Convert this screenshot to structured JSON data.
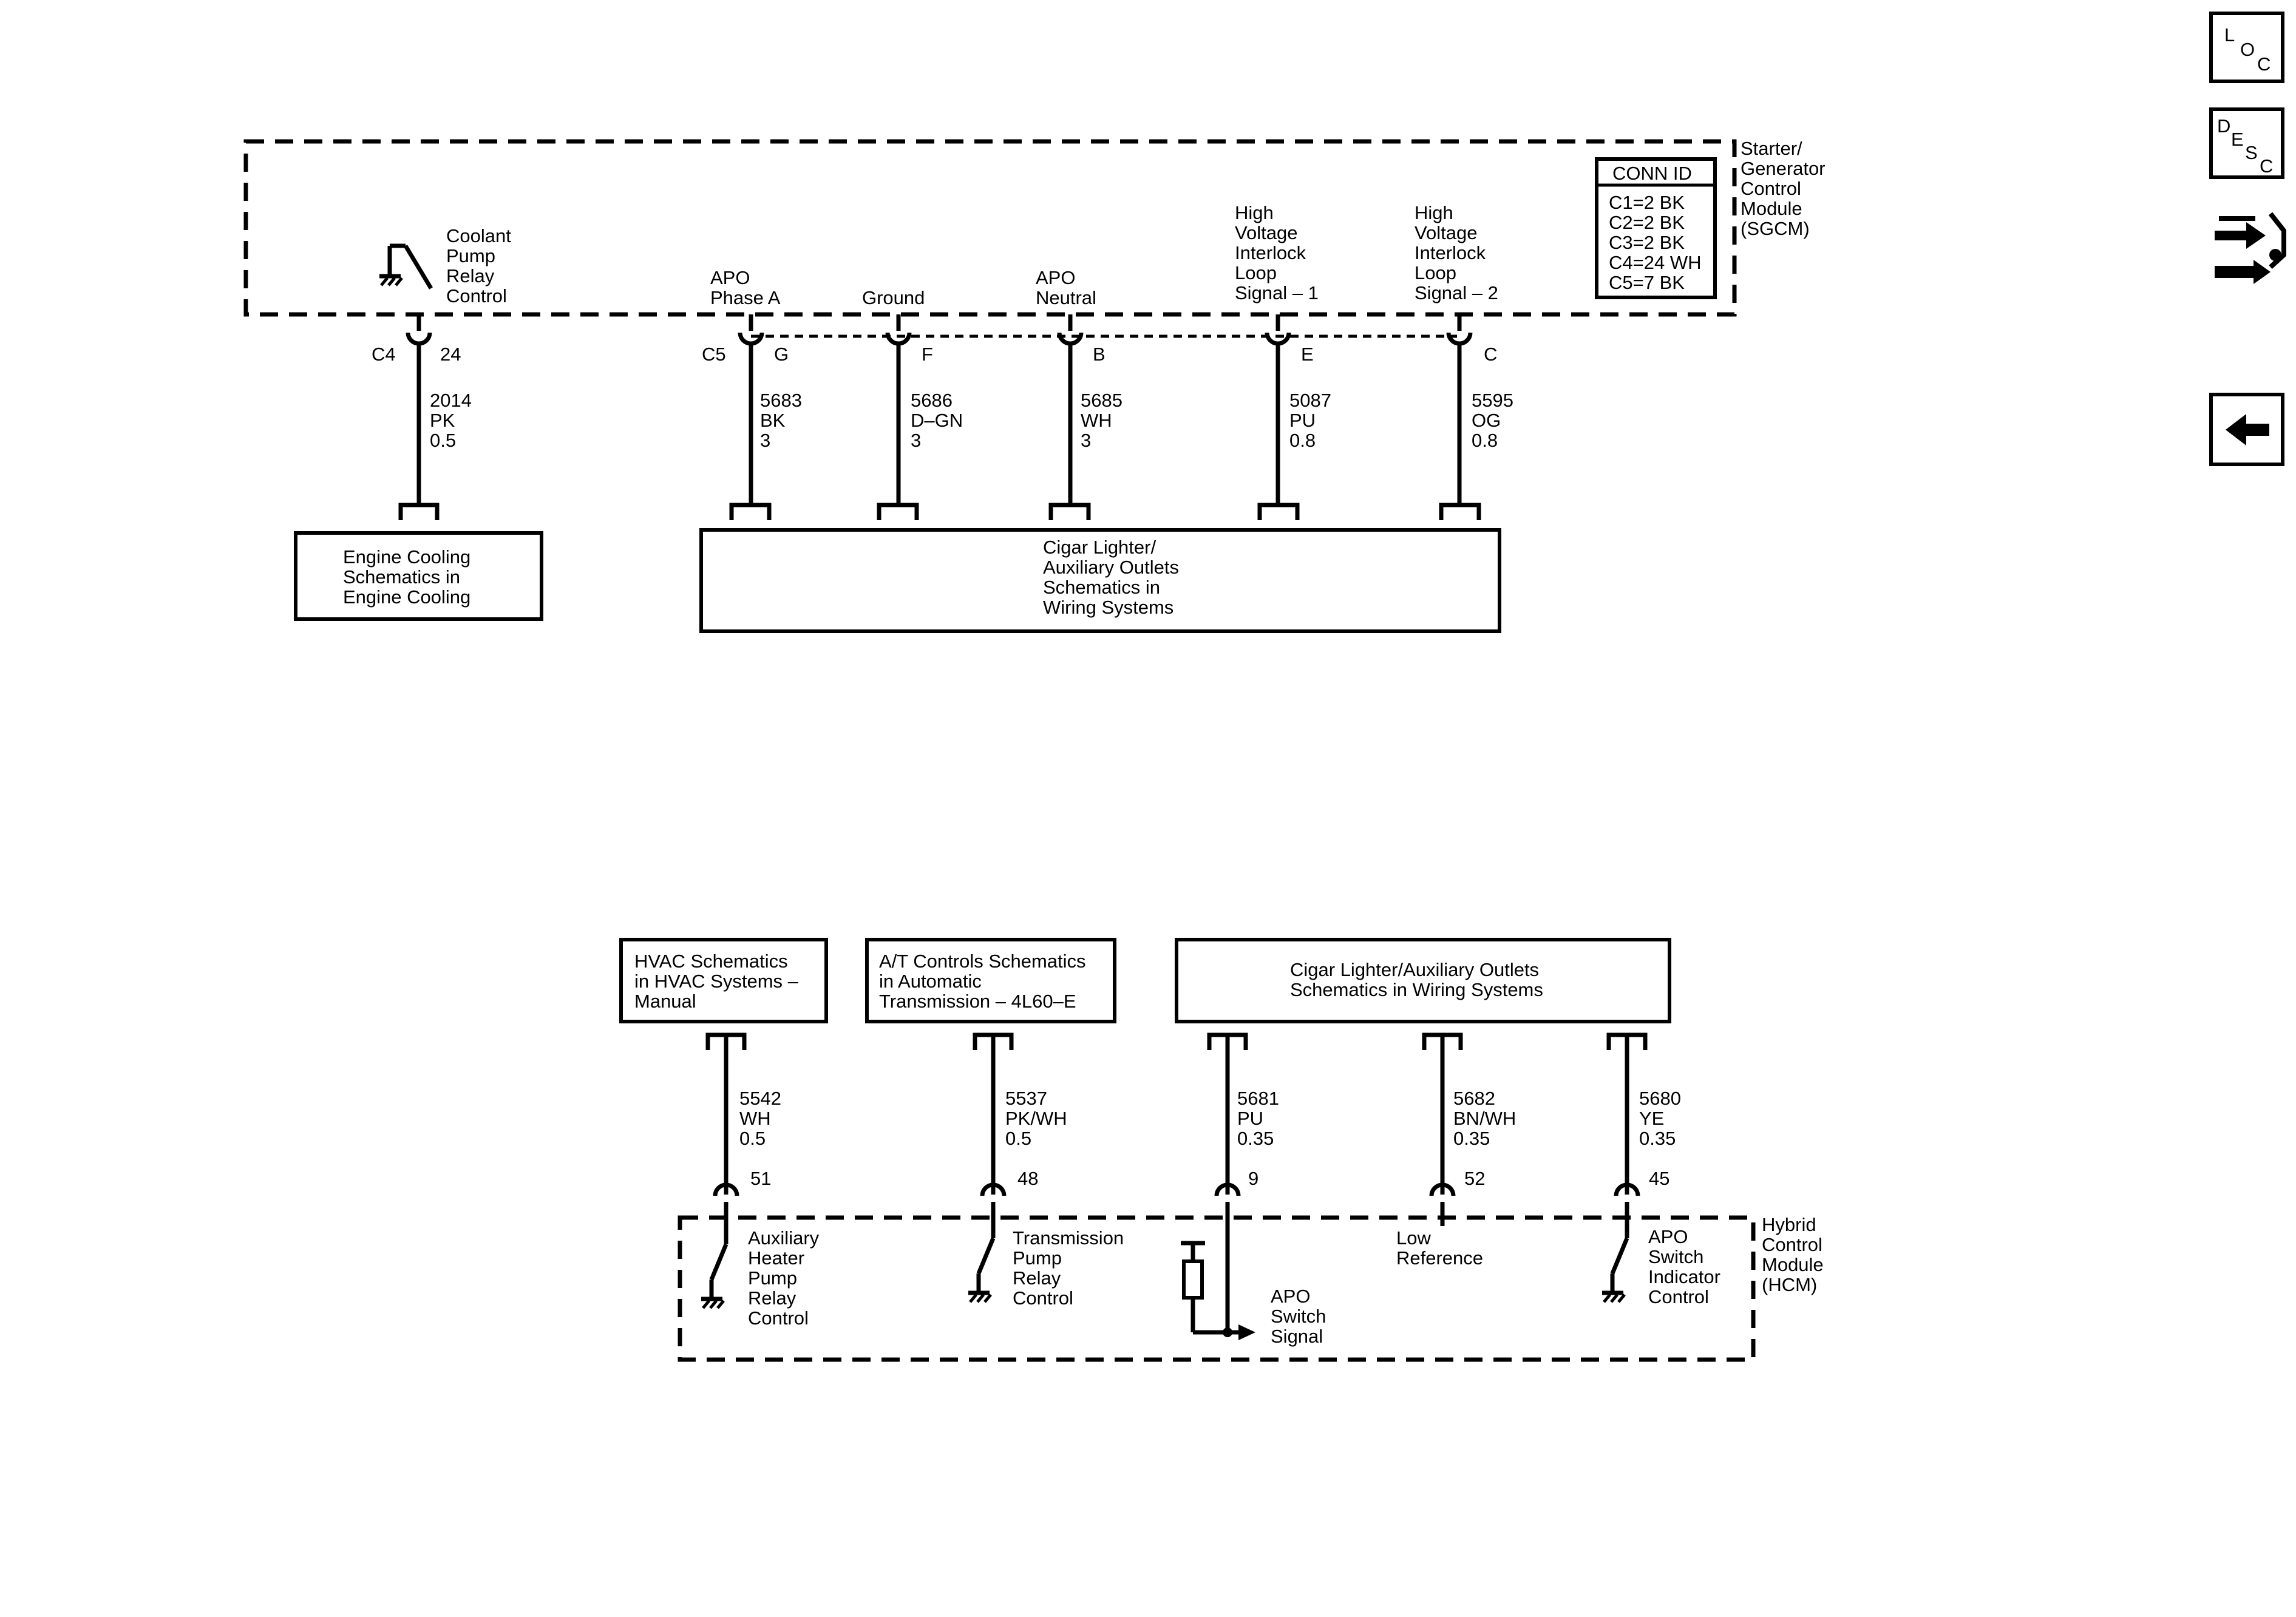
{
  "nav": {
    "loc_icon": "loc-icon",
    "desc_icon": "desc-icon",
    "connector_icon": "connector-tool-icon",
    "back_icon": "back-arrow-icon",
    "loc_letters": [
      "L",
      "O",
      "C"
    ],
    "desc_letters": [
      "D",
      "E",
      "S",
      "C"
    ]
  },
  "sgcm": {
    "name_lines": [
      "Starter/",
      "Generator",
      "Control",
      "Module",
      "(SGCM)"
    ],
    "conn_id_title": "CONN ID",
    "conn_id_rows": [
      "C1=2 BK",
      "C2=2 BK",
      "C3=2 BK",
      "C4=24 WH",
      "C5=7 BK"
    ],
    "coolant_label": [
      "Coolant",
      "Pump",
      "Relay",
      "Control"
    ],
    "apo_phase_a": [
      "APO",
      "Phase A"
    ],
    "ground": [
      "Ground"
    ],
    "apo_neutral": [
      "APO",
      "Neutral"
    ],
    "hvil1": [
      "High",
      "Voltage",
      "Interlock",
      "Loop",
      "Signal – 1"
    ],
    "hvil2": [
      "High",
      "Voltage",
      "Interlock",
      "Loop",
      "Signal – 2"
    ],
    "c4": "C4",
    "c5": "C5",
    "wires": [
      {
        "pin": "24",
        "circuit": "2014",
        "color": "PK",
        "gauge": "0.5"
      },
      {
        "pin": "G",
        "circuit": "5683",
        "color": "BK",
        "gauge": "3"
      },
      {
        "pin": "F",
        "circuit": "5686",
        "color": "D–GN",
        "gauge": "3"
      },
      {
        "pin": "B",
        "circuit": "5685",
        "color": "WH",
        "gauge": "3"
      },
      {
        "pin": "E",
        "circuit": "5087",
        "color": "PU",
        "gauge": "0.8"
      },
      {
        "pin": "C",
        "circuit": "5595",
        "color": "OG",
        "gauge": "0.8"
      }
    ],
    "engine_cooling_box": [
      "Engine Cooling",
      "Schematics in",
      "Engine Cooling"
    ],
    "cigar_box": [
      "Cigar Lighter/",
      "Auxiliary Outlets",
      "Schematics in",
      "Wiring Systems"
    ]
  },
  "hcm": {
    "name_lines": [
      "Hybrid",
      "Control",
      "Module",
      "(HCM)"
    ],
    "hvac_box": [
      "HVAC Schematics",
      "in HVAC Systems –",
      "Manual"
    ],
    "at_box": [
      "A/T Controls Schematics",
      "in Automatic",
      "Transmission – 4L60–E"
    ],
    "cigar_box": [
      "Cigar Lighter/Auxiliary Outlets",
      "Schematics in Wiring Systems"
    ],
    "wires": [
      {
        "pin": "51",
        "circuit": "5542",
        "color": "WH",
        "gauge": "0.5"
      },
      {
        "pin": "48",
        "circuit": "5537",
        "color": "PK/WH",
        "gauge": "0.5"
      },
      {
        "pin": "9",
        "circuit": "5681",
        "color": "PU",
        "gauge": "0.35"
      },
      {
        "pin": "52",
        "circuit": "5682",
        "color": "BN/WH",
        "gauge": "0.35"
      },
      {
        "pin": "45",
        "circuit": "5680",
        "color": "YE",
        "gauge": "0.35"
      }
    ],
    "aux_heater": [
      "Auxiliary",
      "Heater",
      "Pump",
      "Relay",
      "Control"
    ],
    "trans_pump": [
      "Transmission",
      "Pump",
      "Relay",
      "Control"
    ],
    "apo_switch_signal": [
      "APO",
      "Switch",
      "Signal"
    ],
    "low_ref": [
      "Low",
      "Reference"
    ],
    "apo_indicator": [
      "APO",
      "Switch",
      "Indicator",
      "Control"
    ]
  }
}
